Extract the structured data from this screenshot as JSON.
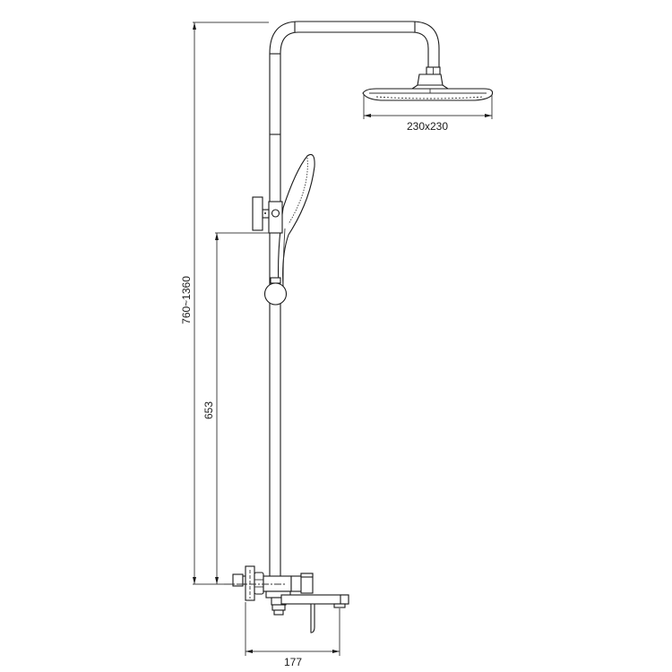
{
  "drawing": {
    "subject": "Shower column with rain head, hand shower and bath mixer",
    "colors": {
      "line": "#1a1a1a",
      "dimension": "#444444",
      "background": "#ffffff"
    }
  },
  "dimensions": {
    "total_height": {
      "label": "760~1360",
      "orientation": "vertical"
    },
    "mixer_to_holder_height": {
      "label": "653",
      "orientation": "vertical"
    },
    "rain_head_size": {
      "label": "230x230",
      "orientation": "horizontal"
    },
    "mixer_projection": {
      "label": "177",
      "orientation": "horizontal"
    }
  },
  "components": {
    "rain_head": "rain-shower-head",
    "hand_shower": "hand-shower",
    "holder": "hand-shower-holder",
    "slider": "slide-bar-knob",
    "riser": "riser-pipe",
    "mixer": "bath-mixer"
  }
}
